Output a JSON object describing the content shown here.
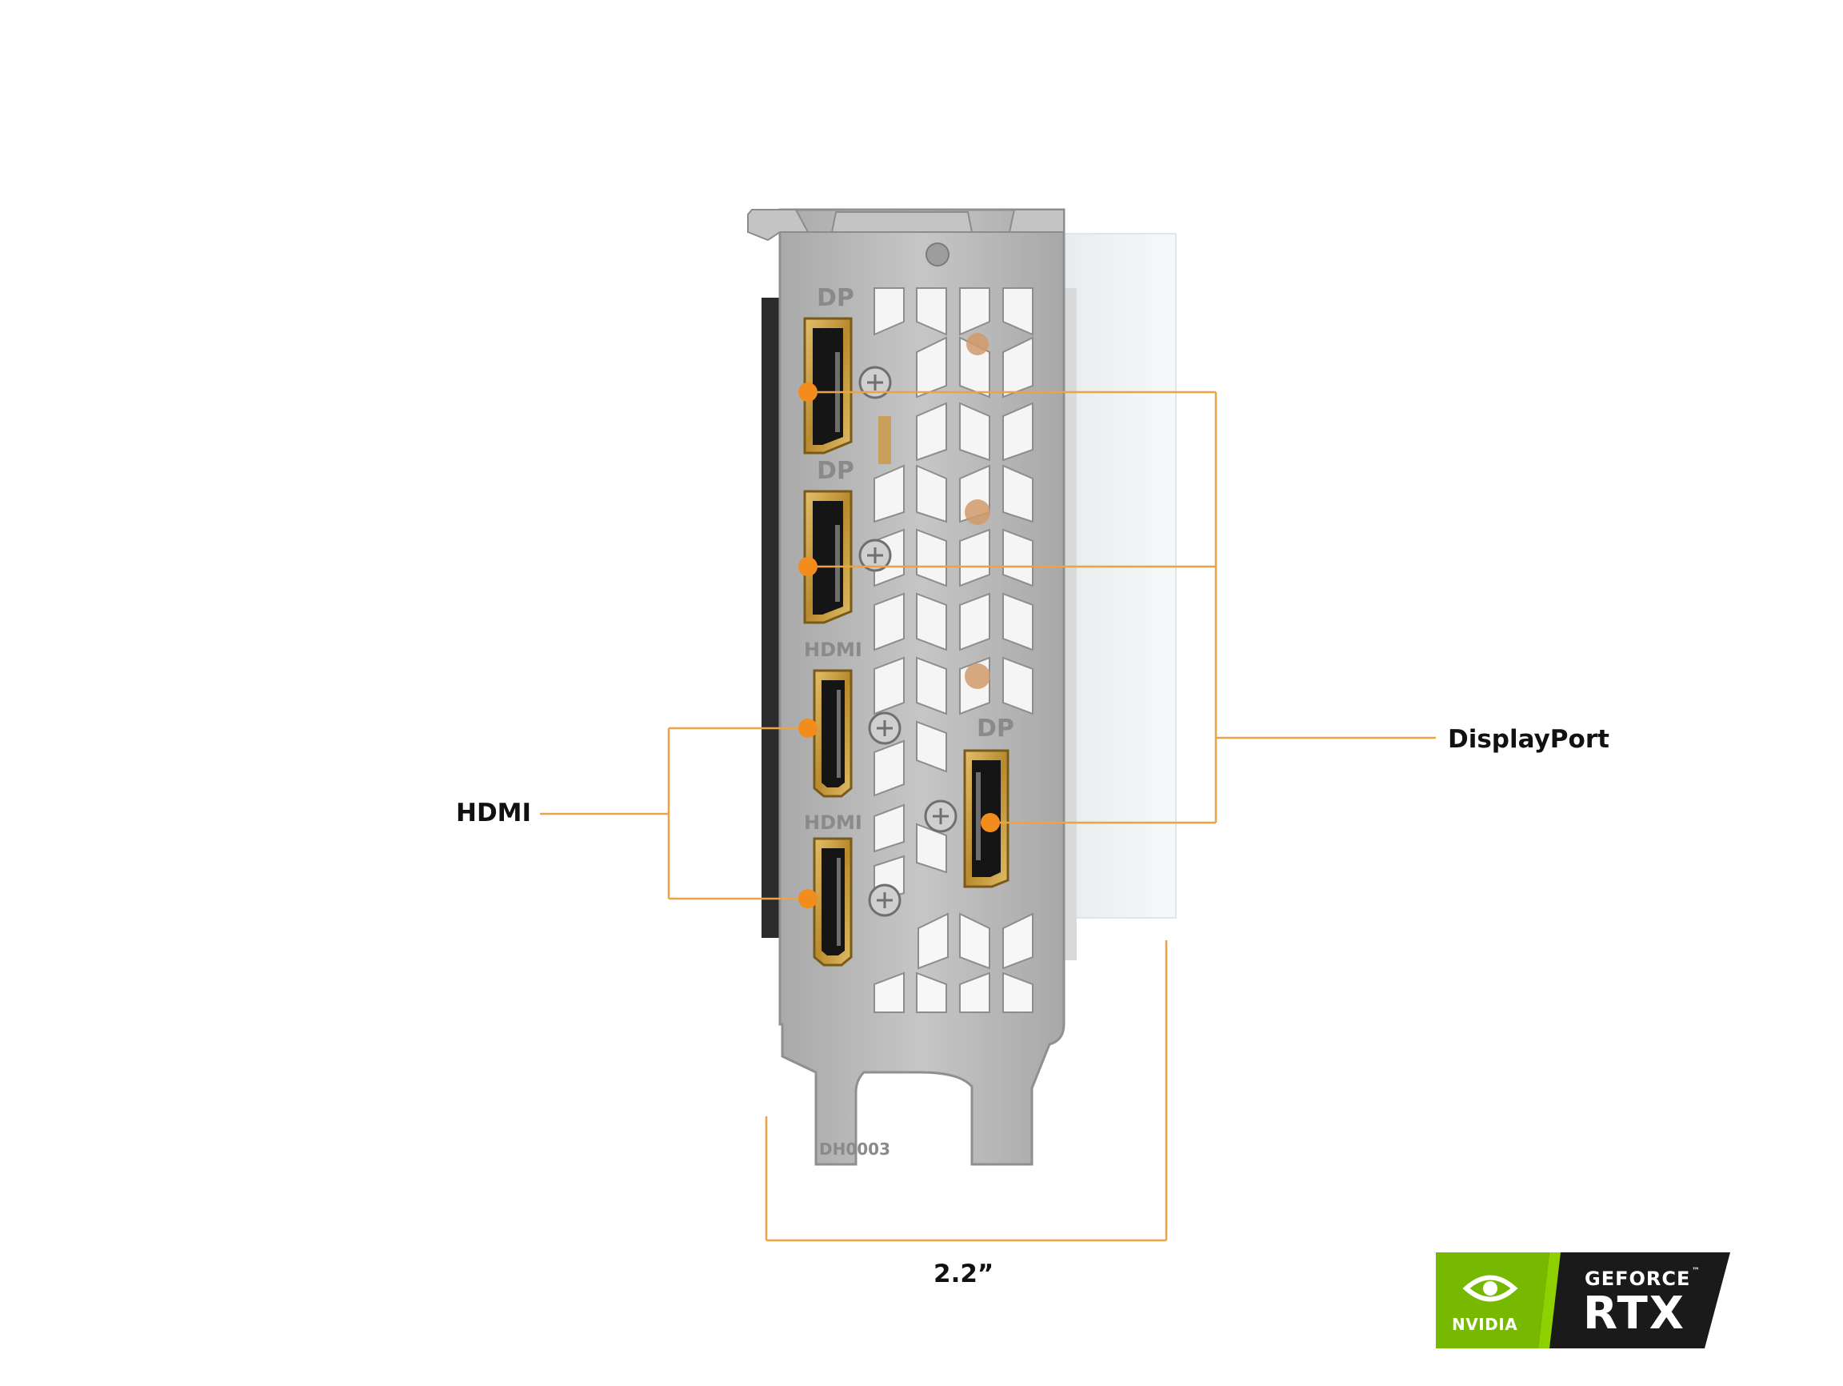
{
  "bracket": {
    "port_labels": {
      "dp_1": "DP",
      "dp_2": "DP",
      "hdmi_1": "HDMI",
      "hdmi_2": "HDMI",
      "dp_3": "DP"
    },
    "part_number": "DH0003"
  },
  "callouts": {
    "hdmi": "HDMI",
    "displayport": "DisplayPort",
    "width": "2.2”"
  },
  "badge": {
    "brand": "NVIDIA",
    "line1": "GEFORCE",
    "line2": "RTX",
    "trademark": "™"
  },
  "colors": {
    "accent": "#f28c1c",
    "leader_line": "#e8a445",
    "bracket_metal": "#b9b9b9",
    "connector_gold": "#c9a24a",
    "nvidia_green": "#76b900",
    "badge_dark": "#1a1a1a"
  }
}
